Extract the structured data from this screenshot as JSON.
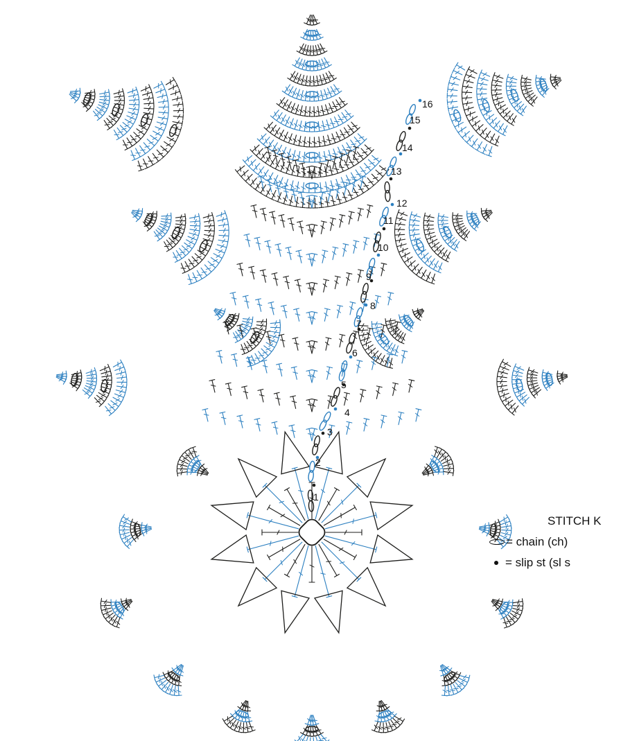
{
  "colors": {
    "dark": "#1d1d1b",
    "blue": "#2b7fc0"
  },
  "round_labels": [
    "1",
    "2",
    "3",
    "4",
    "5",
    "6",
    "7",
    "8",
    "9",
    "10",
    "11",
    "12",
    "13",
    "14",
    "15",
    "16"
  ],
  "stitch_key": {
    "title": "STITCH K",
    "chain_label": "= chain (ch)",
    "slip_label": "= slip st (sl s"
  },
  "icons": {
    "chain": "chain-oval-symbol",
    "slip": "slip-stitch-dot-symbol"
  }
}
